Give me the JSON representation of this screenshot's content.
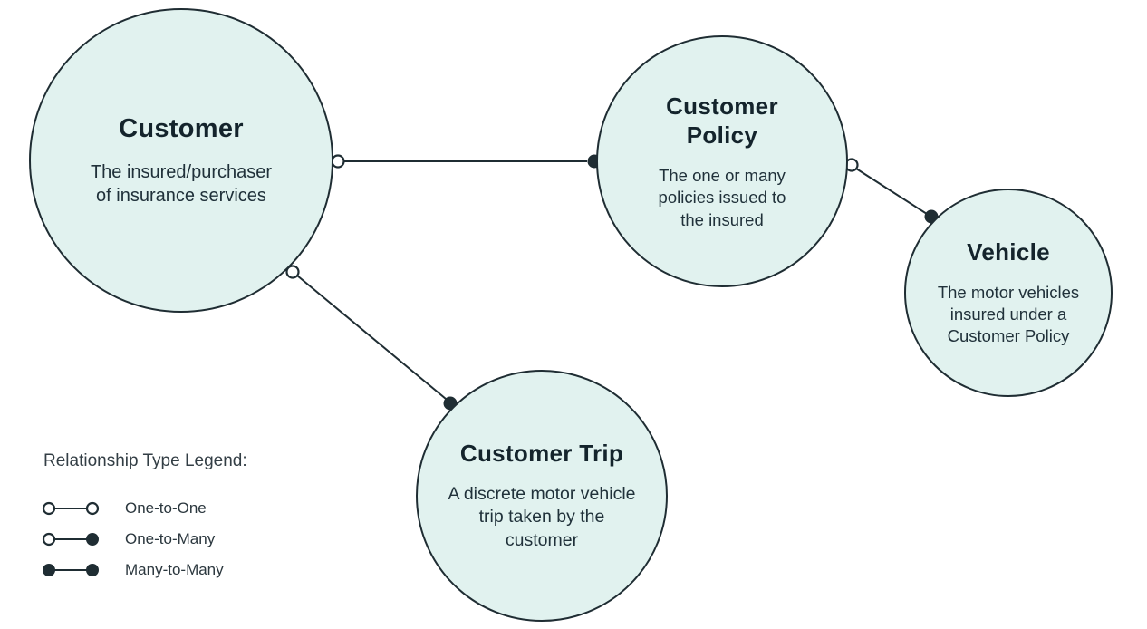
{
  "styles": {
    "background": "#ffffff",
    "node_fill": "#e1f2ef",
    "node_stroke": "#1f2d33",
    "title_color": "#14242c",
    "desc_color": "#20313a",
    "legend_text_color": "#2b373e"
  },
  "nodes": [
    {
      "id": "customer",
      "title_lines": [
        "Customer"
      ],
      "desc_lines": [
        "The insured/purchaser",
        "of insurance services"
      ]
    },
    {
      "id": "customer-policy",
      "title_lines": [
        "Customer",
        "Policy"
      ],
      "desc_lines": [
        "The one or many",
        "policies issued to",
        "the insured"
      ]
    },
    {
      "id": "vehicle",
      "title_lines": [
        "Vehicle"
      ],
      "desc_lines": [
        "The motor vehicles",
        "insured under a",
        "Customer Policy"
      ]
    },
    {
      "id": "customer-trip",
      "title_lines": [
        "Customer Trip"
      ],
      "desc_lines": [
        "A discrete motor vehicle",
        "trip taken by the",
        "customer"
      ]
    }
  ],
  "edges": [
    {
      "from": "Customer",
      "to": "Customer Policy",
      "type": "One-to-Many"
    },
    {
      "from": "Customer",
      "to": "Customer Trip",
      "type": "One-to-Many"
    },
    {
      "from": "Customer Policy",
      "to": "Vehicle",
      "type": "One-to-Many"
    }
  ],
  "legend": {
    "title": "Relationship Type Legend:",
    "items": [
      {
        "label": "One-to-One",
        "ends": "open-open"
      },
      {
        "label": "One-to-Many",
        "ends": "open-filled"
      },
      {
        "label": "Many-to-Many",
        "ends": "filled-filled"
      }
    ]
  }
}
